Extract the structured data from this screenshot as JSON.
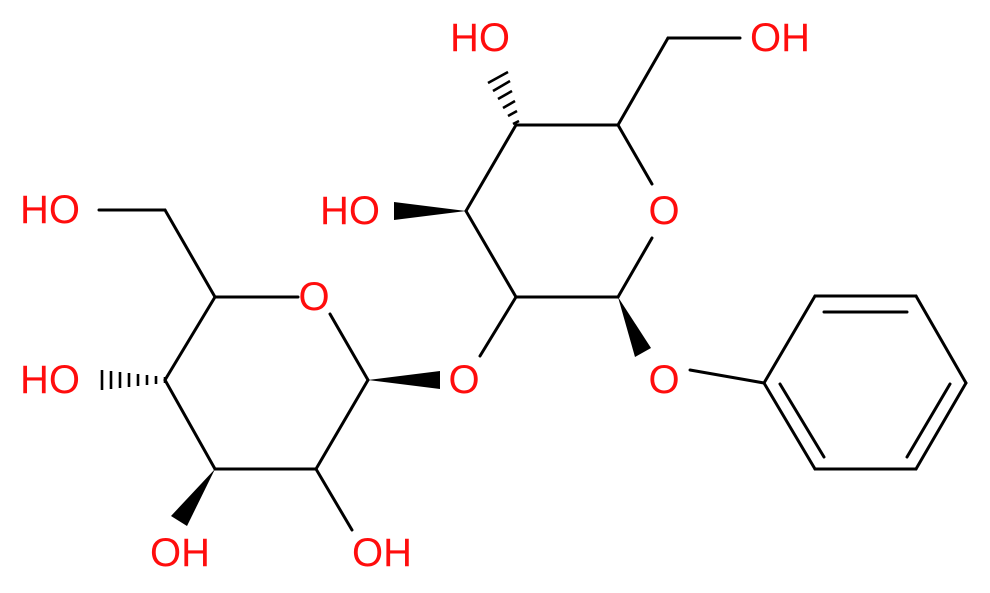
{
  "colors": {
    "bond": "#000000",
    "oxygen": "#ff0d0d"
  },
  "labels": {
    "ring_a_oxygen": "O",
    "ring_b_oxygen": "O",
    "glycosidic_oxygen": "O",
    "phenoxy_oxygen": "O",
    "hydroxyl_a_ch2oh": "HO",
    "hydroxyl_a_c4": "HO",
    "hydroxyl_a_c3": "OH",
    "hydroxyl_a_c2": "OH",
    "hydroxyl_b_c4": "HO",
    "hydroxyl_b_c3": "HO",
    "hydroxyl_b_ch2oh": "OH"
  }
}
